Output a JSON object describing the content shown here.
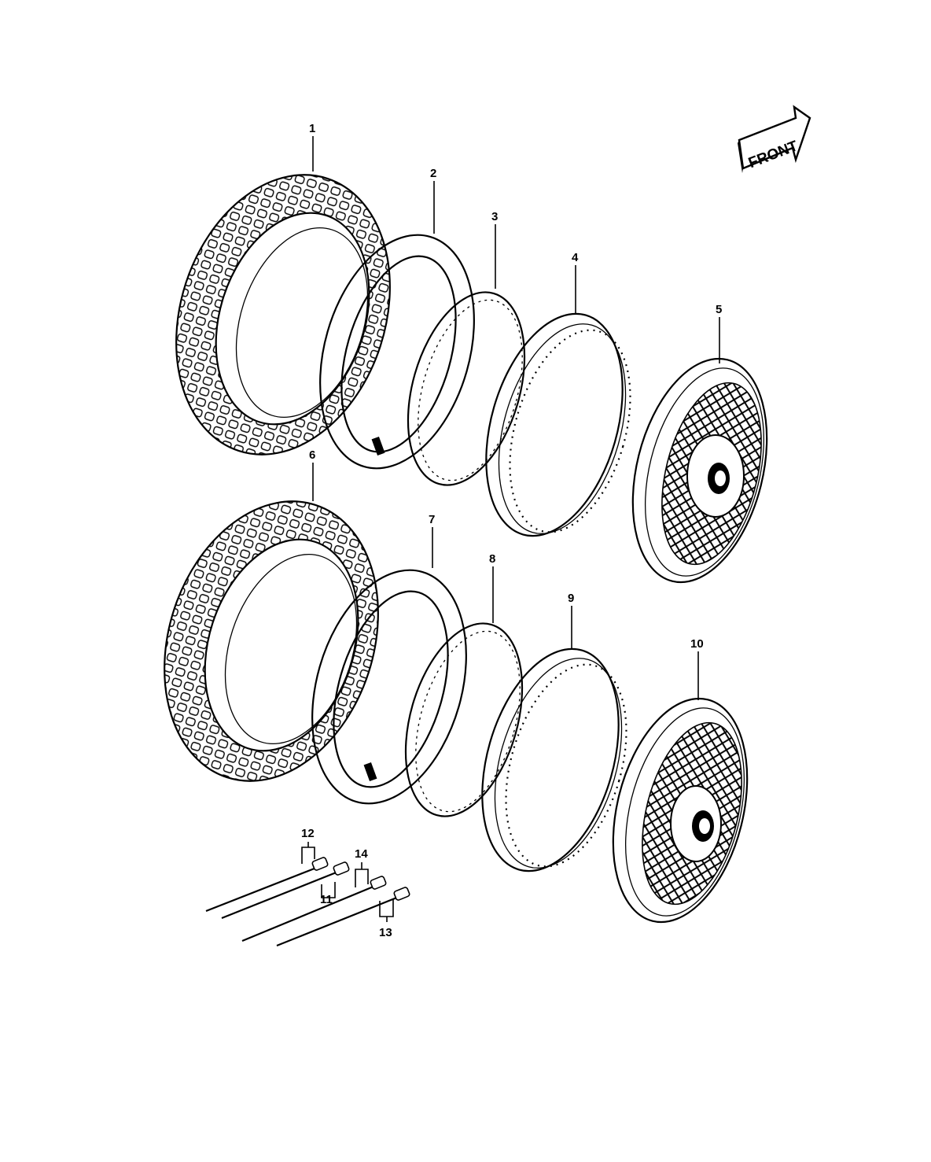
{
  "front_label": "FRONT",
  "callouts": {
    "c1": "1",
    "c2": "2",
    "c3": "3",
    "c4": "4",
    "c5": "5",
    "c6": "6",
    "c7": "7",
    "c8": "8",
    "c9": "9",
    "c10": "10",
    "c11": "11",
    "c12": "12",
    "c13": "13",
    "c14": "14"
  },
  "icons": {
    "direction": "arrow-right-icon"
  }
}
